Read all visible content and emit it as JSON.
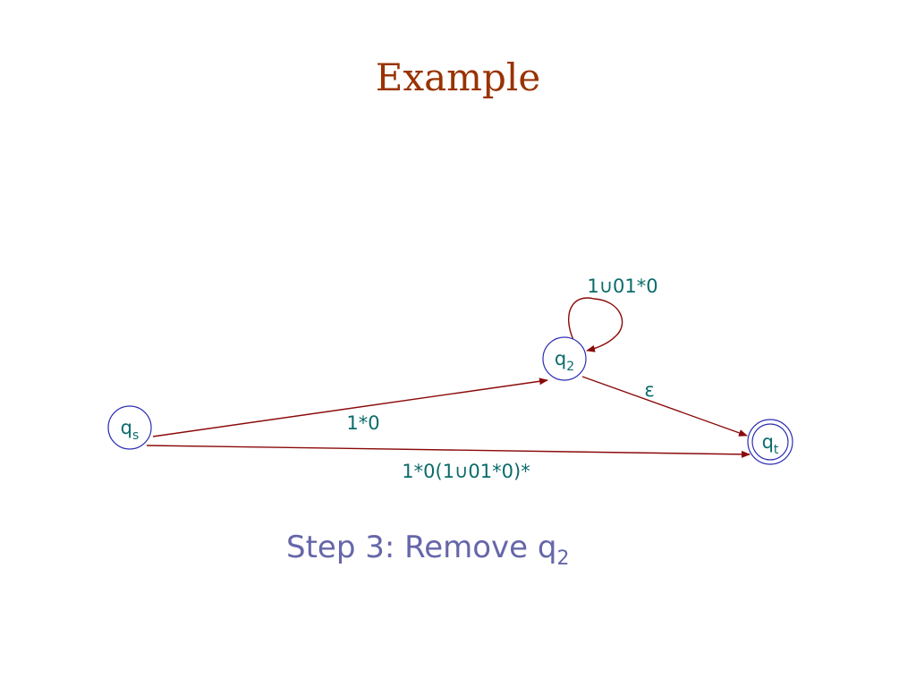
{
  "slide": {
    "title": "Example",
    "step": {
      "text": "Step 3: Remove q",
      "subscript": "2"
    }
  },
  "colors": {
    "title": "#993300",
    "node_stroke": "#2d2db4",
    "label": "#0b6b6b",
    "edge": "#8b0a0a",
    "step_text": "#6666aa"
  },
  "states": {
    "qs": {
      "base": "q",
      "sub": "s"
    },
    "q2": {
      "base": "q",
      "sub": "2"
    },
    "qt": {
      "base": "q",
      "sub": "t",
      "accepting": true
    }
  },
  "transitions": {
    "q2_self": "1∪01*0",
    "qs_to_q2": "1*0",
    "q2_to_qt": "ε",
    "qs_to_qt": "1*0(1∪01*0)*"
  }
}
